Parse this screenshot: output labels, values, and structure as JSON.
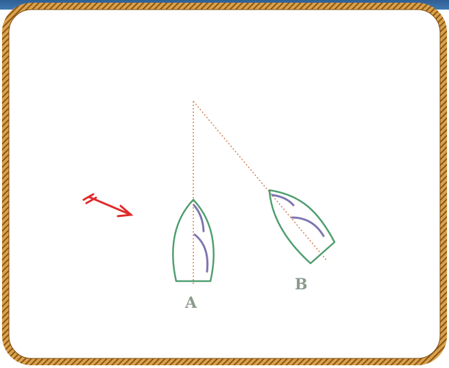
{
  "boats": [
    {
      "id": "A",
      "label": "A"
    },
    {
      "id": "B",
      "label": "B"
    }
  ],
  "colors": {
    "frame_rope": "#d08a2b",
    "frame_rope_dark": "#8a5417",
    "boat_hull": "#4f9e6f",
    "boat_sail": "#7d76b0",
    "sight_line": "#d07a4a",
    "wind_arrow": "#e02a2a",
    "label": "#8a9a8c",
    "top_bar": "#3a6ea8"
  },
  "icons": {
    "wind": "wind-arrow-icon"
  }
}
